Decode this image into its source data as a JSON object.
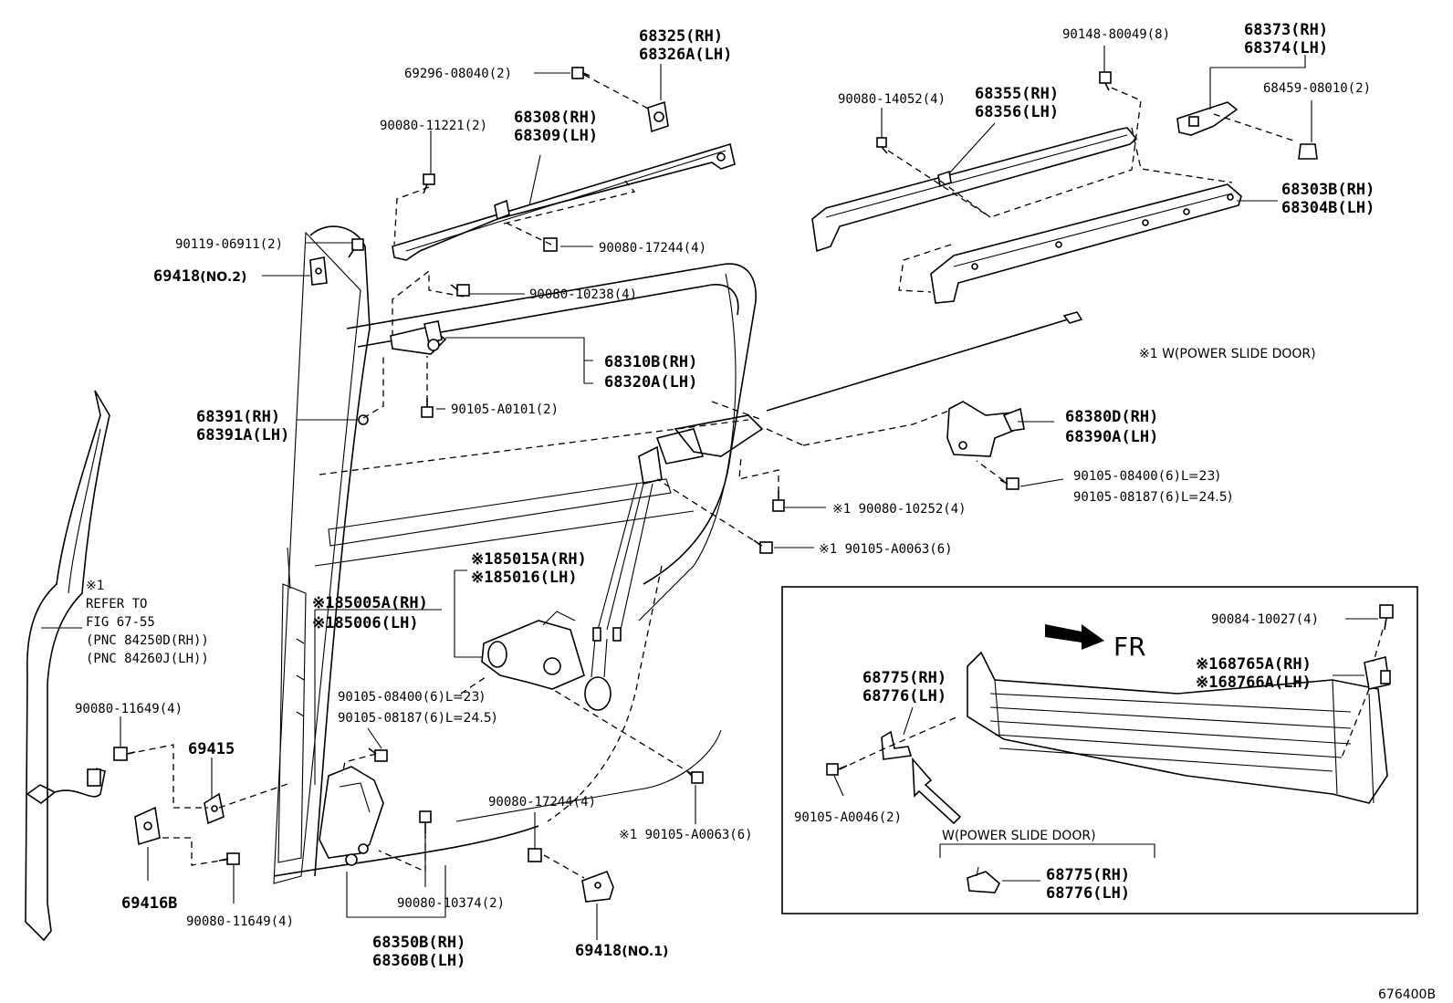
{
  "labels": {
    "l01": "68325(RH)",
    "l02": "68326A(LH)",
    "l03": "69296-08040(2)",
    "l04": "90080-11221(2)",
    "l05": "68308(RH)",
    "l06": "68309(LH)",
    "l07": "90119-06911(2)",
    "l08": "69418",
    "l08s": "(NO.2)",
    "l09": "90080-17244(4)",
    "l10": "90080-10238(4)",
    "l11": "68310B(RH)",
    "l12": "68320A(LH)",
    "l13": "68391(RH)",
    "l14": "68391A(LH)",
    "l15": "90105-A0101(2)",
    "l16": "90148-80049(8)",
    "l17": "68373(RH)",
    "l18": "68374(LH)",
    "l19": "68459-08010(2)",
    "l20": "90080-14052(4)",
    "l21": "68355(RH)",
    "l22": "68356(LH)",
    "l23": "68303B(RH)",
    "l24": "68304B(LH)",
    "l25": "※1 W(POWER SLIDE DOOR)",
    "l26": "68380D(RH)",
    "l27": "68390A(LH)",
    "l28": "90105-08400(6)",
    "l28s": "L=23)",
    "l29": "90105-08187(6)",
    "l29s": "L=24.5)",
    "l30": "※1 90080-10252(4)",
    "l31": "※1 90105-A0063(6)",
    "l32": "※185015A(RH)",
    "l33": "※185016(LH)",
    "l34": "※185005A(RH)",
    "l35": "※185006(LH)",
    "l36": "※1",
    "l37": "REFER TO",
    "l38": "FIG 67-55",
    "l39": "(PNC 84250D(RH))",
    "l40": "(PNC 84260J(LH))",
    "l41": "90080-11649(4)",
    "l42": "69415",
    "l43": "90105-08400(6)",
    "l43s": "L=23)",
    "l44": "90105-08187(6)",
    "l44s": "L=24.5)",
    "l45": "69416B",
    "l46": "90080-11649(4)",
    "l47": "90080-17244(4)",
    "l48": "※1 90105-A0063(6)",
    "l49": "90080-10374(2)",
    "l50": "68350B(RH)",
    "l51": "68360B(LH)",
    "l52": "69418",
    "l52s": "(NO.1)",
    "l53": "90084-10027(4)",
    "l54": "FR",
    "l55": "※168765A(RH)",
    "l56": "※168766A(LH)",
    "l57": "68775(RH)",
    "l58": "68776(LH)",
    "l59": "90105-A0046(2)",
    "l60": "W(POWER SLIDE DOOR)",
    "l61": "68775(RH)",
    "l62": "68776(LH)",
    "l63": "676400B"
  }
}
